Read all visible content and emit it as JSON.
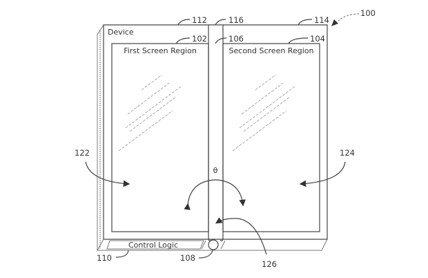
{
  "device_label": "Device",
  "first_region_label": "First Screen Region",
  "second_region_label": "Second Screen Region",
  "control_logic_label": "Control Logic",
  "angle_symbol": "θ",
  "refs": {
    "r100": "100",
    "r102": "102",
    "r104": "104",
    "r106": "106",
    "r108": "108",
    "r110": "110",
    "r112": "112",
    "r114": "114",
    "r116": "116",
    "r122": "122",
    "r124": "124",
    "r126": "126"
  }
}
